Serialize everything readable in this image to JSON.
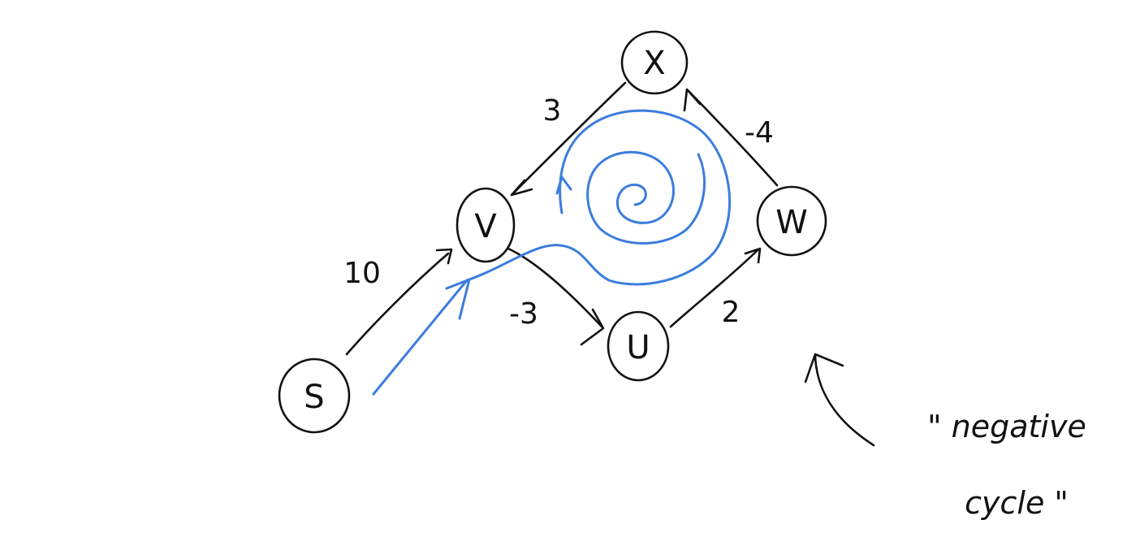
{
  "diagram": {
    "colors": {
      "ink": "#111111",
      "highlight": "#3b7ddd",
      "background": "#ffffff"
    },
    "nodes": [
      {
        "id": "s",
        "label": "S"
      },
      {
        "id": "v",
        "label": "V"
      },
      {
        "id": "u",
        "label": "U"
      },
      {
        "id": "w",
        "label": "W"
      },
      {
        "id": "x",
        "label": "X"
      }
    ],
    "edges": [
      {
        "id": "s-v",
        "from": "S",
        "to": "V",
        "weight": "10"
      },
      {
        "id": "v-u",
        "from": "V",
        "to": "U",
        "weight": "-3"
      },
      {
        "id": "u-w",
        "from": "U",
        "to": "W",
        "weight": "2"
      },
      {
        "id": "w-x",
        "from": "W",
        "to": "X",
        "weight": "-4"
      },
      {
        "id": "x-v",
        "from": "X",
        "to": "V",
        "weight": "3"
      }
    ],
    "annotation": {
      "line1": "\" negative",
      "line2": "cycle \""
    }
  }
}
